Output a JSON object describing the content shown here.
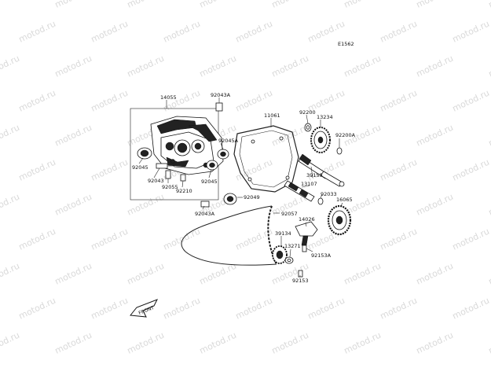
{
  "diagram": {
    "code": "E1562",
    "watermark": "motod.ru",
    "front_label": "FRONT",
    "part_numbers": [
      "14055",
      "92043A",
      "11061",
      "92200",
      "13234",
      "92045A",
      "92045",
      "92043",
      "92055",
      "92210",
      "92045",
      "92049",
      "92200A",
      "39159",
      "13107",
      "92033",
      "92043A",
      "92057",
      "14026",
      "16065",
      "39134",
      "13271",
      "92153A",
      "92153"
    ]
  }
}
